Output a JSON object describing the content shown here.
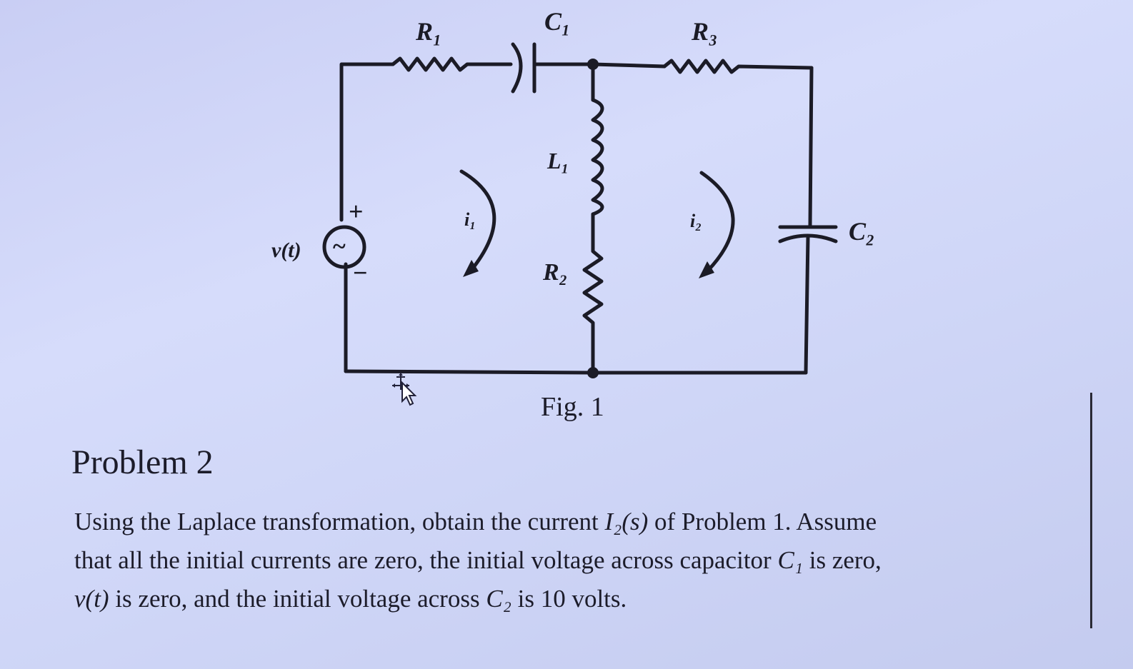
{
  "circuit": {
    "r1_label": "R₁",
    "c1_label": "C₁",
    "r3_label": "R₃",
    "l1_label": "L₁",
    "r2_label": "R₂",
    "c2_label": "C₂",
    "source_label": "v(t)",
    "plus_sign": "+",
    "minus_sign": "−",
    "source_symbol": "~",
    "i1_label": "i₁",
    "i2_label": "i₂",
    "caption": "Fig. 1"
  },
  "problem": {
    "title": "Problem 2",
    "line1": {
      "pre": "Using the Laplace transformation, obtain the current ",
      "math": "I₂(s)",
      "post": " of Problem 1. Assume"
    },
    "line2": {
      "pre": "that all the initial currents are zero, the initial voltage across capacitor ",
      "math": "C₁",
      "post": " is zero,"
    },
    "line3": {
      "math1": "v(t)",
      "mid": " is zero, and the initial voltage across ",
      "math2": "C₂",
      "post": " is 10 volts."
    }
  },
  "colors": {
    "background": "#d6dcfb",
    "ink": "#1b1b26"
  }
}
